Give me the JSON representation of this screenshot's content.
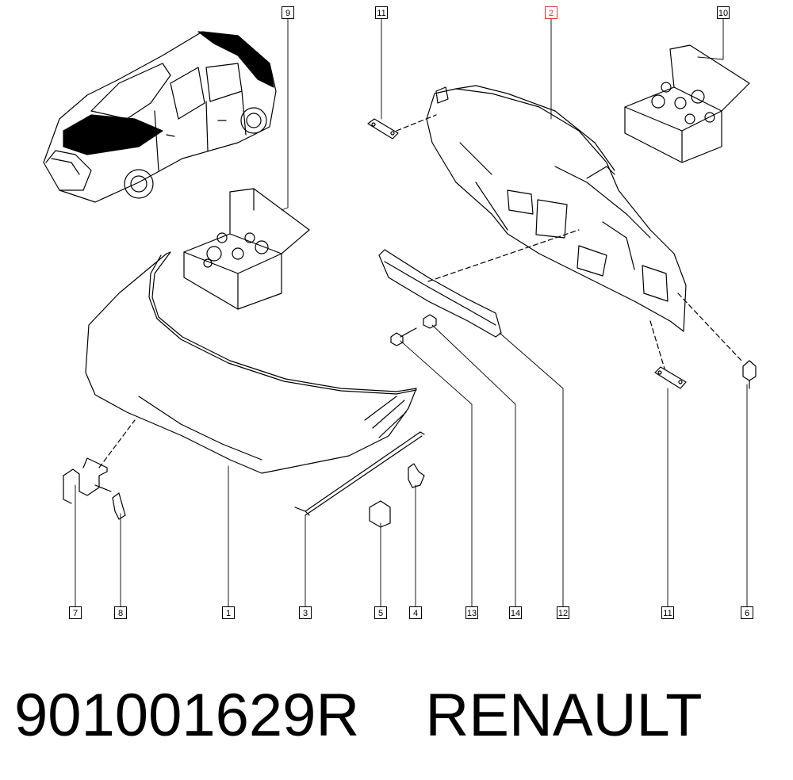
{
  "callouts": [
    {
      "id": "9",
      "highlight": false
    },
    {
      "id": "11",
      "highlight": false
    },
    {
      "id": "2",
      "highlight": true
    },
    {
      "id": "10",
      "highlight": false
    },
    {
      "id": "7",
      "highlight": false
    },
    {
      "id": "8",
      "highlight": false
    },
    {
      "id": "1",
      "highlight": false
    },
    {
      "id": "3",
      "highlight": false
    },
    {
      "id": "5",
      "highlight": false
    },
    {
      "id": "4",
      "highlight": false
    },
    {
      "id": "13",
      "highlight": false
    },
    {
      "id": "14",
      "highlight": false
    },
    {
      "id": "12",
      "highlight": false
    },
    {
      "id": "11",
      "highlight": false
    },
    {
      "id": "6",
      "highlight": false
    }
  ],
  "footer": {
    "part_number": "901001629R",
    "brand": "RENAULT"
  },
  "colors": {
    "line": "#000000",
    "highlight": "#e03030",
    "background": "#ffffff"
  }
}
